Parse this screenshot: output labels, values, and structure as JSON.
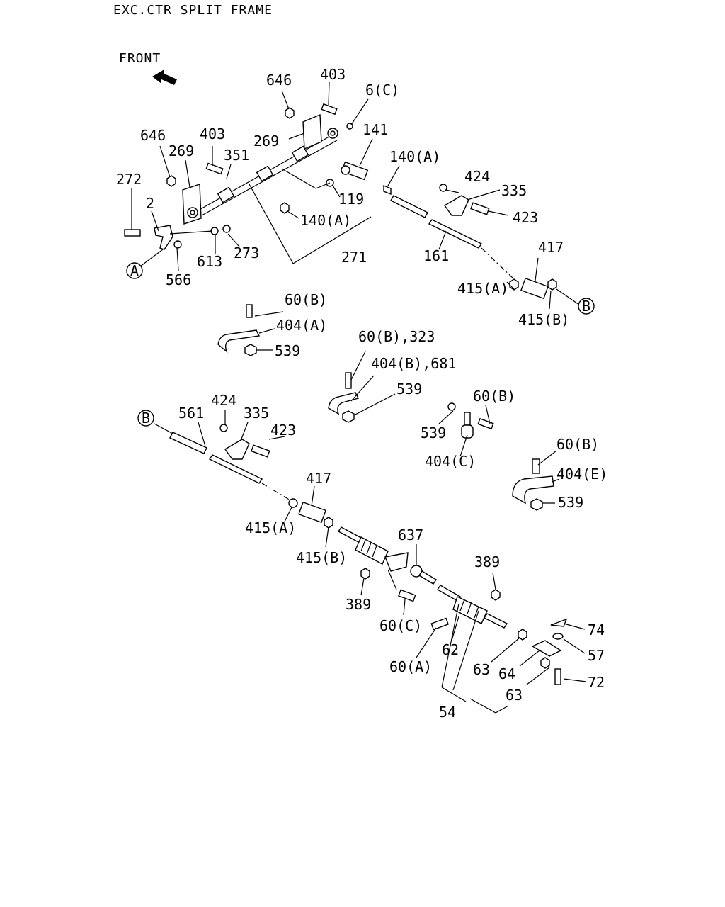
{
  "header": {
    "title": "EXC.CTR SPLIT FRAME",
    "front_label": "FRONT"
  },
  "callouts": {
    "a": "A",
    "b": "B"
  },
  "labels": {
    "l646a": "646",
    "l403a": "403",
    "l6c": "6(C)",
    "l141": "141",
    "l646b": "646",
    "l403b": "403",
    "l269a": "269",
    "l269b": "269",
    "l351": "351",
    "l272": "272",
    "l2": "2",
    "l119": "119",
    "l140a1": "140(A)",
    "l140a2": "140(A)",
    "l424a": "424",
    "l335a": "335",
    "l423a": "423",
    "l613": "613",
    "l273": "273",
    "l271": "271",
    "l161": "161",
    "l566": "566",
    "l417a": "417",
    "l415a1": "415(A)",
    "l415b1": "415(B)",
    "l60b1": "60(B)",
    "l404a": "404(A)",
    "l539a": "539",
    "l60b323": "60(B),323",
    "l404b681": "404(B),681",
    "l539b": "539",
    "l60b2": "60(B)",
    "l539c": "539",
    "l404c": "404(C)",
    "l60b3": "60(B)",
    "l404e": "404(E)",
    "l539d": "539",
    "l561": "561",
    "l424b": "424",
    "l335b": "335",
    "l423b": "423",
    "l417b": "417",
    "l415a2": "415(A)",
    "l415b2": "415(B)",
    "l637": "637",
    "l389a": "389",
    "l389b": "389",
    "l60c": "60(C)",
    "l60a": "60(A)",
    "l62": "62",
    "l63a": "63",
    "l64": "64",
    "l63b": "63",
    "l54": "54",
    "l74": "74",
    "l57": "57",
    "l72": "72"
  }
}
